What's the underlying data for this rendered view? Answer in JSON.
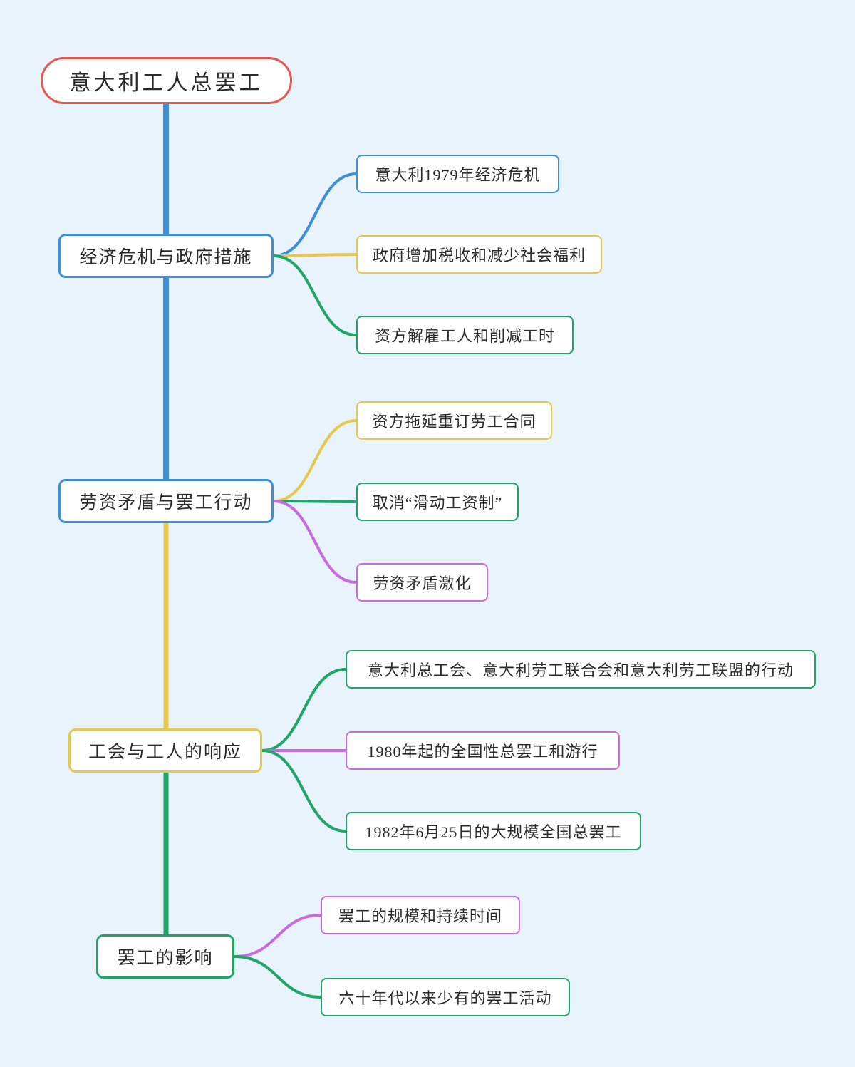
{
  "title": "意大利工人总罢工",
  "colors": {
    "background": "#e9f3fb",
    "node_bg": "#ffffff",
    "text": "#2b2b2b",
    "red": "#e8574e",
    "blue": "#3e8ed9",
    "yellow": "#e6c84e",
    "green": "#21a567",
    "purple": "#c96be0"
  },
  "root": {
    "label": "意大利工人总罢工",
    "color": "red"
  },
  "branches": [
    {
      "label": "经济危机与政府措施",
      "color": "blue",
      "children": [
        {
          "label": "意大利1979年经济危机",
          "color": "blue"
        },
        {
          "label": "政府增加税收和减少社会福利",
          "color": "yellow"
        },
        {
          "label": "资方解雇工人和削减工时",
          "color": "green"
        }
      ]
    },
    {
      "label": "劳资矛盾与罢工行动",
      "color": "blue",
      "children": [
        {
          "label": "资方拖延重订劳工合同",
          "color": "yellow"
        },
        {
          "label": "取消“滑动工资制”",
          "color": "green"
        },
        {
          "label": "劳资矛盾激化",
          "color": "purple"
        }
      ]
    },
    {
      "label": "工会与工人的响应",
      "color": "yellow",
      "children": [
        {
          "label": "意大利总工会、意大利劳工联合会和意大利劳工联盟的行动",
          "color": "green"
        },
        {
          "label": "1980年起的全国性总罢工和游行",
          "color": "purple"
        },
        {
          "label": "1982年6月25日的大规模全国总罢工",
          "color": "green"
        }
      ]
    },
    {
      "label": "罢工的影响",
      "color": "green",
      "children": [
        {
          "label": "罢工的规模和持续时间",
          "color": "purple"
        },
        {
          "label": "六十年代以来少有的罢工活动",
          "color": "green"
        }
      ]
    }
  ]
}
